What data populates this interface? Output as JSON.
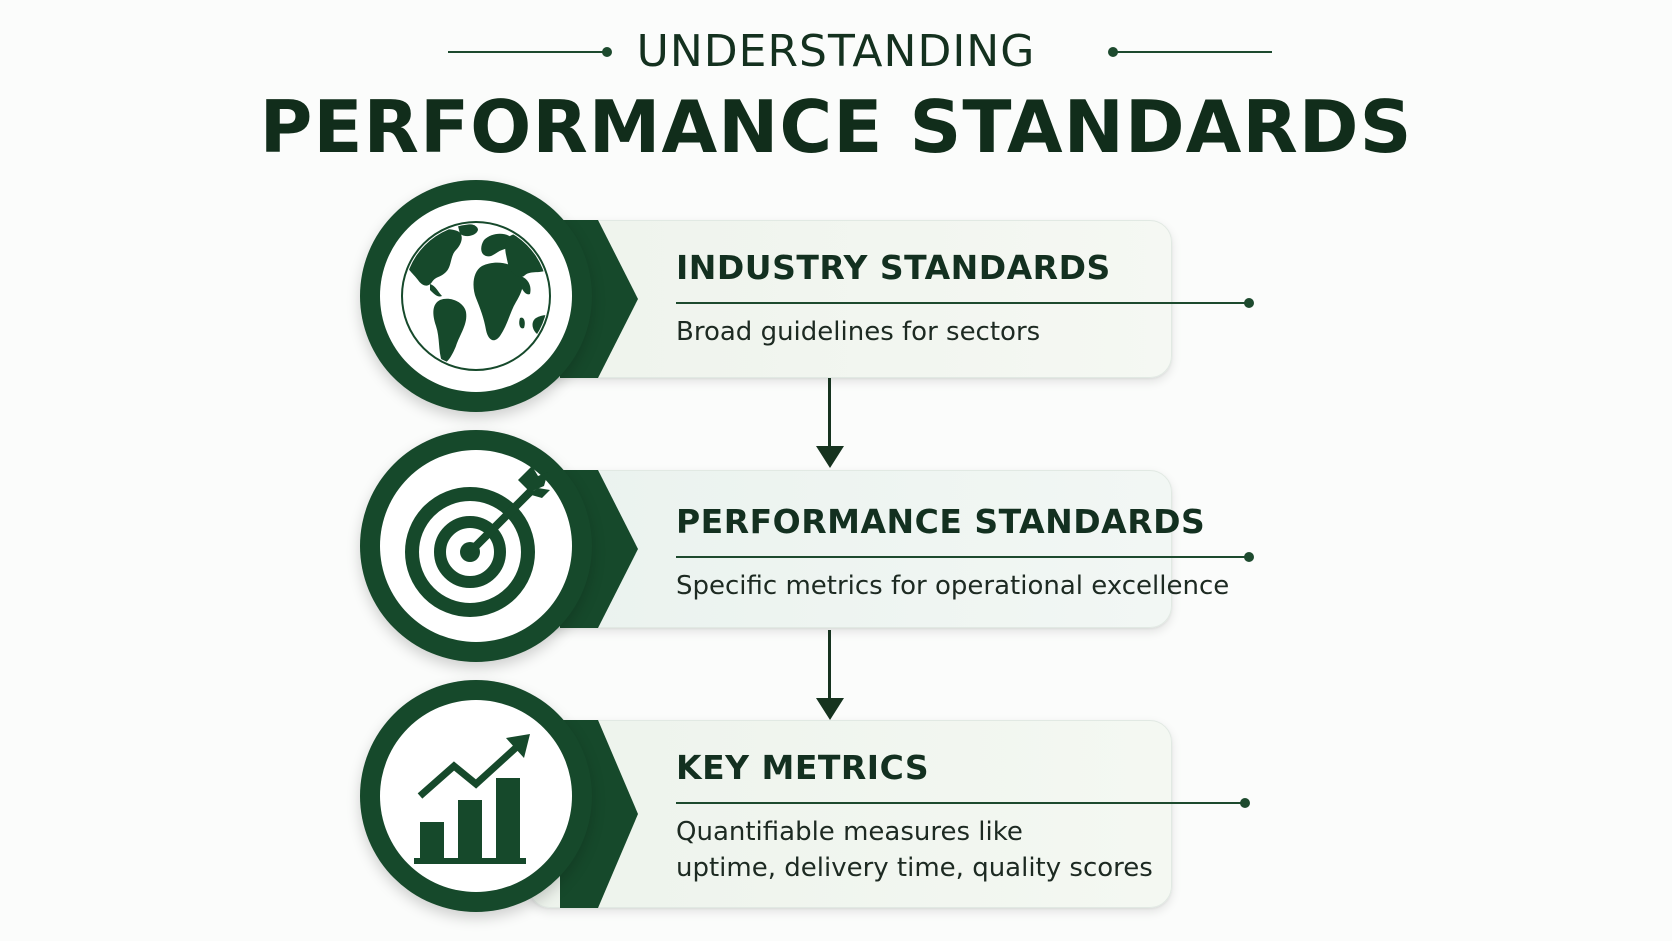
{
  "header": {
    "kicker": "UNDERSTANDING",
    "title": "PERFORMANCE STANDARDS"
  },
  "steps": [
    {
      "title": "INDUSTRY STANDARDS",
      "description": "Broad guidelines for sectors",
      "icon": "globe-icon"
    },
    {
      "title": "PERFORMANCE STANDARDS",
      "description": "Specific metrics for operational excellence",
      "icon": "target-icon"
    },
    {
      "title": "KEY METRICS",
      "description_lines": [
        "Quantifiable measures like",
        "uptime, delivery time, quality scores"
      ],
      "icon": "bar-chart-growth-icon"
    }
  ],
  "colors": {
    "primary_green": "#16492b",
    "text_dark": "#133020",
    "card_bg": "#eef3ec",
    "page_bg": "#fbfcfb"
  }
}
